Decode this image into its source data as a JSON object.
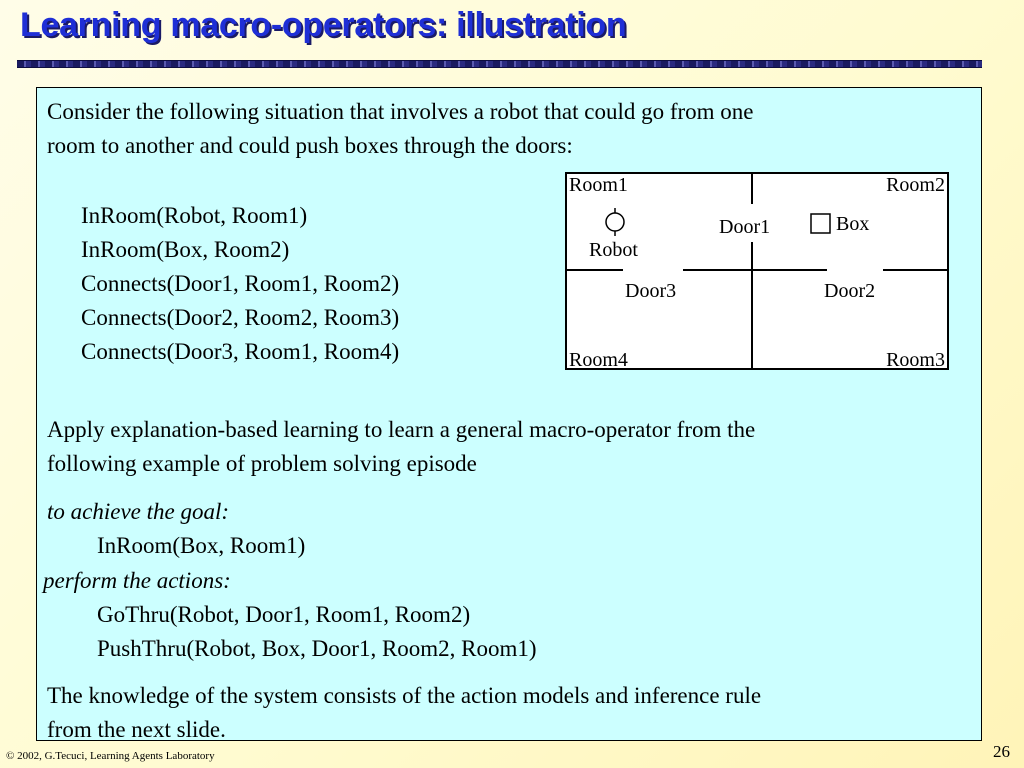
{
  "slide": {
    "title": "Learning macro-operators: illustration",
    "intro_line1": "Consider the following situation that involves a robot that could go from one",
    "intro_line2": "room to another and could push boxes through the doors:",
    "facts": [
      "InRoom(Robot, Room1)",
      "InRoom(Box, Room2)",
      "Connects(Door1, Room1, Room2)",
      "Connects(Door2, Room2, Room3)",
      "Connects(Door3, Room1, Room4)"
    ],
    "apply_line1": "Apply explanation-based learning to learn a general macro-operator from the",
    "apply_line2": "following example of problem solving episode",
    "goal_label": "to achieve the goal:",
    "goal": "InRoom(Box, Room1)",
    "actions_label": "perform the actions:",
    "actions": [
      "GoThru(Robot, Door1, Room1, Room2)",
      "PushThru(Robot, Box, Door1, Room2, Room1)"
    ],
    "knowledge_line1": "The knowledge of the system consists of the action models and inference rule",
    "knowledge_line2": "from the next slide."
  },
  "diagram": {
    "room1": "Room1",
    "room2": "Room2",
    "room3": "Room3",
    "room4": "Room4",
    "door1": "Door1",
    "door2": "Door2",
    "door3": "Door3",
    "robot": "Robot",
    "box": "Box"
  },
  "footer": {
    "copyright": "© 2002, G.Tecuci, Learning Agents Laboratory",
    "page": "26"
  }
}
